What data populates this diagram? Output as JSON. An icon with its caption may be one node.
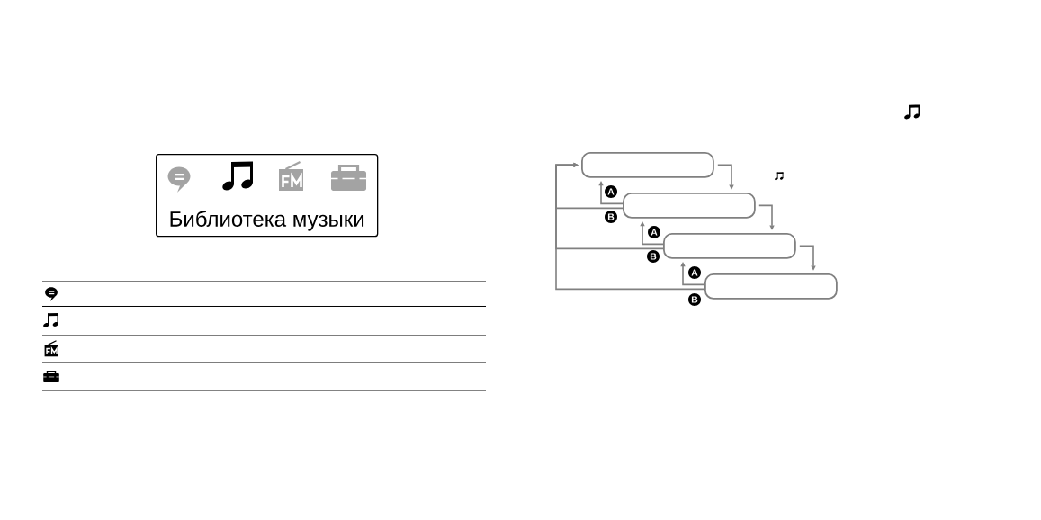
{
  "diagram": {
    "nodes": [
      {
        "text": [
          "Библиотека музыки"
        ]
      },
      {
        "text": [],
        "shape": "box"
      },
      {
        "text": [],
        "shape": "box"
      },
      {
        "text": [],
        "shape": "box"
      },
      {
        "text": [],
        "shape": "box"
      }
    ],
    "edges": [
      {
        "from": 1,
        "to": 2,
        "arrow": "to"
      },
      {
        "from": 2,
        "to": 3,
        "arrow": "to"
      },
      {
        "from": 3,
        "to": 4,
        "arrow": "to"
      },
      {
        "from": 2,
        "to": 1,
        "arrow": "to",
        "label": "A"
      },
      {
        "from": 2,
        "to": 1,
        "arrow": "to",
        "label": "B"
      },
      {
        "from": 3,
        "to": 2,
        "arrow": "to",
        "label": "A"
      },
      {
        "from": 3,
        "to": 1,
        "arrow": "to",
        "label": "B"
      },
      {
        "from": 4,
        "to": 3,
        "arrow": "to",
        "label": "A"
      },
      {
        "from": 4,
        "to": 1,
        "arrow": "to",
        "label": "B"
      }
    ]
  }
}
